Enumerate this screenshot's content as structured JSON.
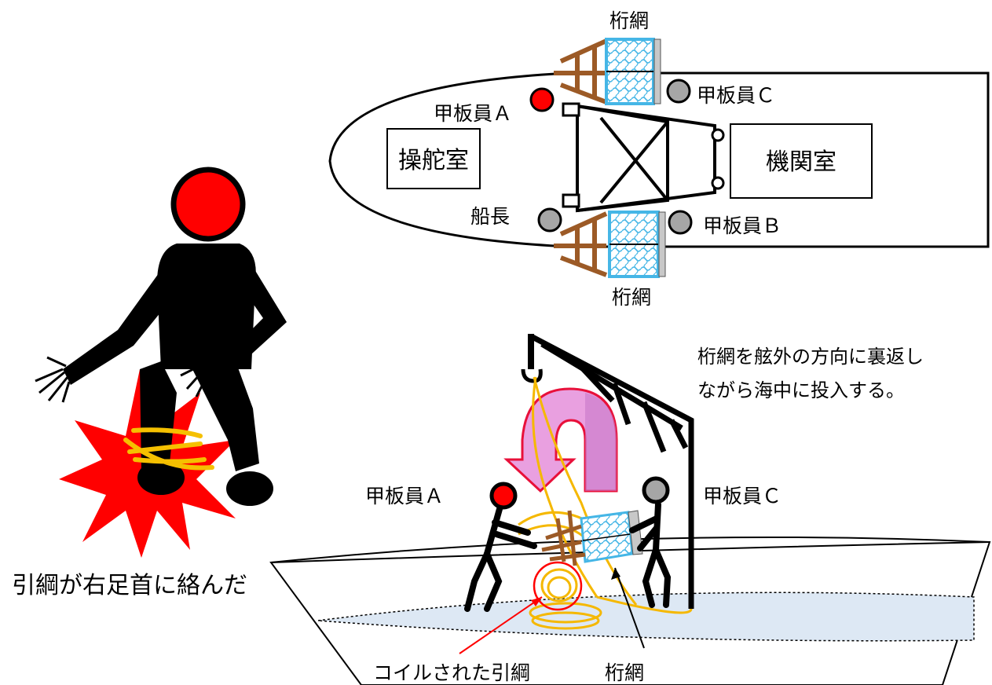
{
  "top_view": {
    "bridge": "操舵室",
    "engine_room": "機関室",
    "deckhand_a": "甲板員Ａ",
    "deckhand_b": "甲板員Ｂ",
    "deckhand_c": "甲板員Ｃ",
    "captain": "船長",
    "beam_net_top": "桁網",
    "beam_net_bottom": "桁網",
    "colors": {
      "deckhand_a": "#ff0000",
      "others": "#a6a6a6"
    }
  },
  "side_view": {
    "note_line1": "桁網を舷外の方向に裏返し",
    "note_line2": "ながら海中に投入する。",
    "deckhand_a": "甲板員Ａ",
    "deckhand_c": "甲板員Ｃ",
    "coiled_rope": "コイルされた引綱",
    "beam_net": "桁網",
    "arrow_color": "#e9a0e0"
  },
  "accident": {
    "caption": "引綱が右足首に絡んだ",
    "head_color": "#ff0000",
    "burst_color": "#ff0000",
    "rope_color": "#f5c000"
  }
}
